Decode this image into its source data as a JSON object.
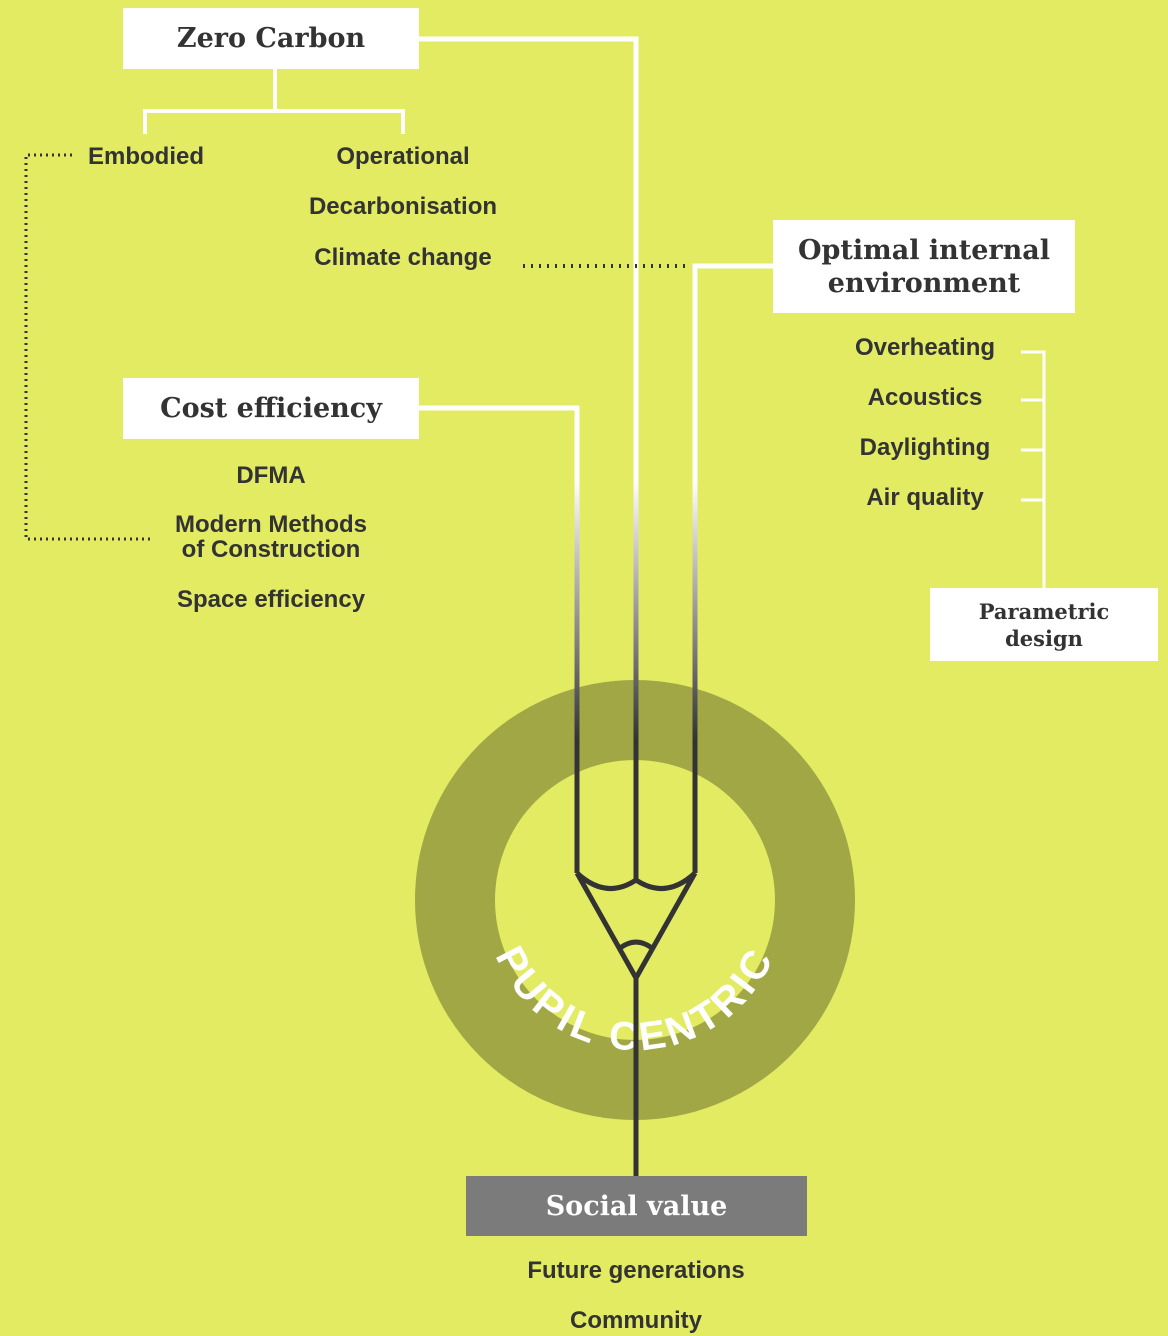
{
  "zero_carbon": {
    "title": "Zero Carbon",
    "items": [
      "Embodied",
      "Operational",
      "Decarbonisation",
      "Climate change"
    ]
  },
  "cost_efficiency": {
    "title": "Cost efficiency",
    "items": [
      "DFMA",
      "Modern Methods",
      "of Construction",
      "Space efficiency"
    ]
  },
  "internal_environment": {
    "title_line1": "Optimal internal",
    "title_line2": "environment",
    "items": [
      "Overheating",
      "Acoustics",
      "Daylighting",
      "Air quality"
    ]
  },
  "parametric": {
    "line1": "Parametric",
    "line2": "design"
  },
  "center": {
    "ring_text": "PUPIL CENTRIC"
  },
  "social_value": {
    "title": "Social value",
    "items": [
      "Future generations",
      "Community"
    ]
  },
  "colors": {
    "background": "#e2eb62",
    "ring": "#a1a745",
    "box": "#ffffff",
    "social_box": "#7b7b7b",
    "text": "#333333",
    "line": "#ffffff",
    "pencil_stroke": "#333333"
  }
}
